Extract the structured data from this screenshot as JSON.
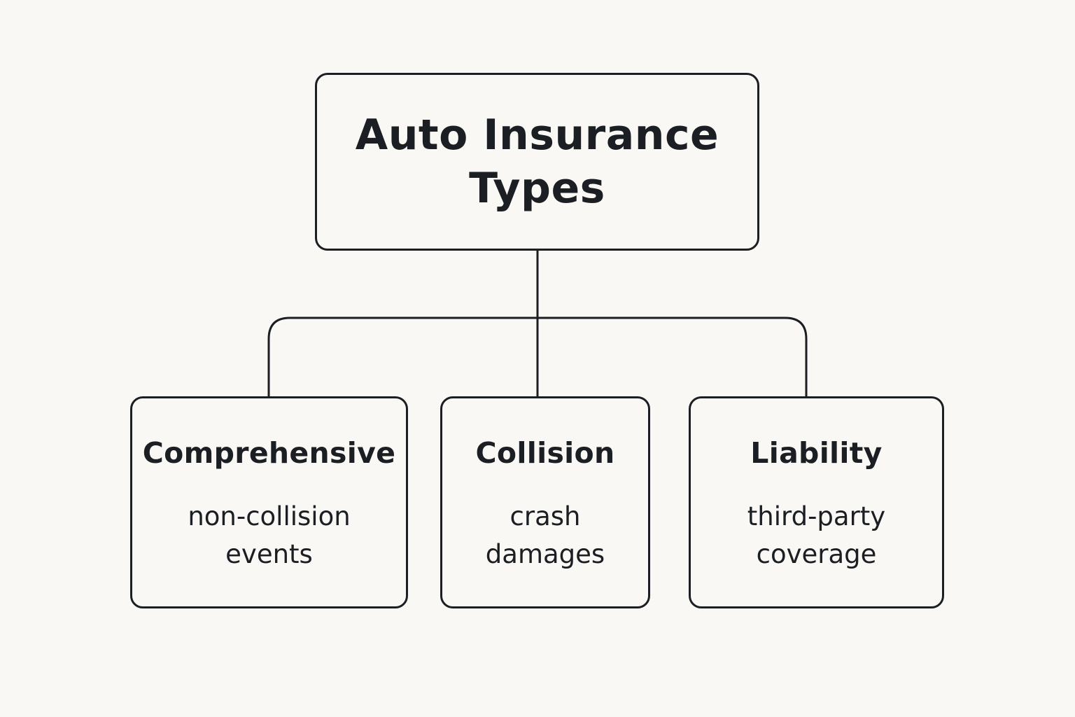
{
  "colors": {
    "background": "#faf8f4",
    "stroke": "#1b1e22",
    "text": "#1b1e22"
  },
  "root": {
    "title": "Auto Insurance Types"
  },
  "children": [
    {
      "title": "Comprehensive",
      "description": "non-collision events"
    },
    {
      "title": "Collision",
      "description": "crash damages"
    },
    {
      "title": "Liability",
      "description": "third-party coverage"
    }
  ]
}
